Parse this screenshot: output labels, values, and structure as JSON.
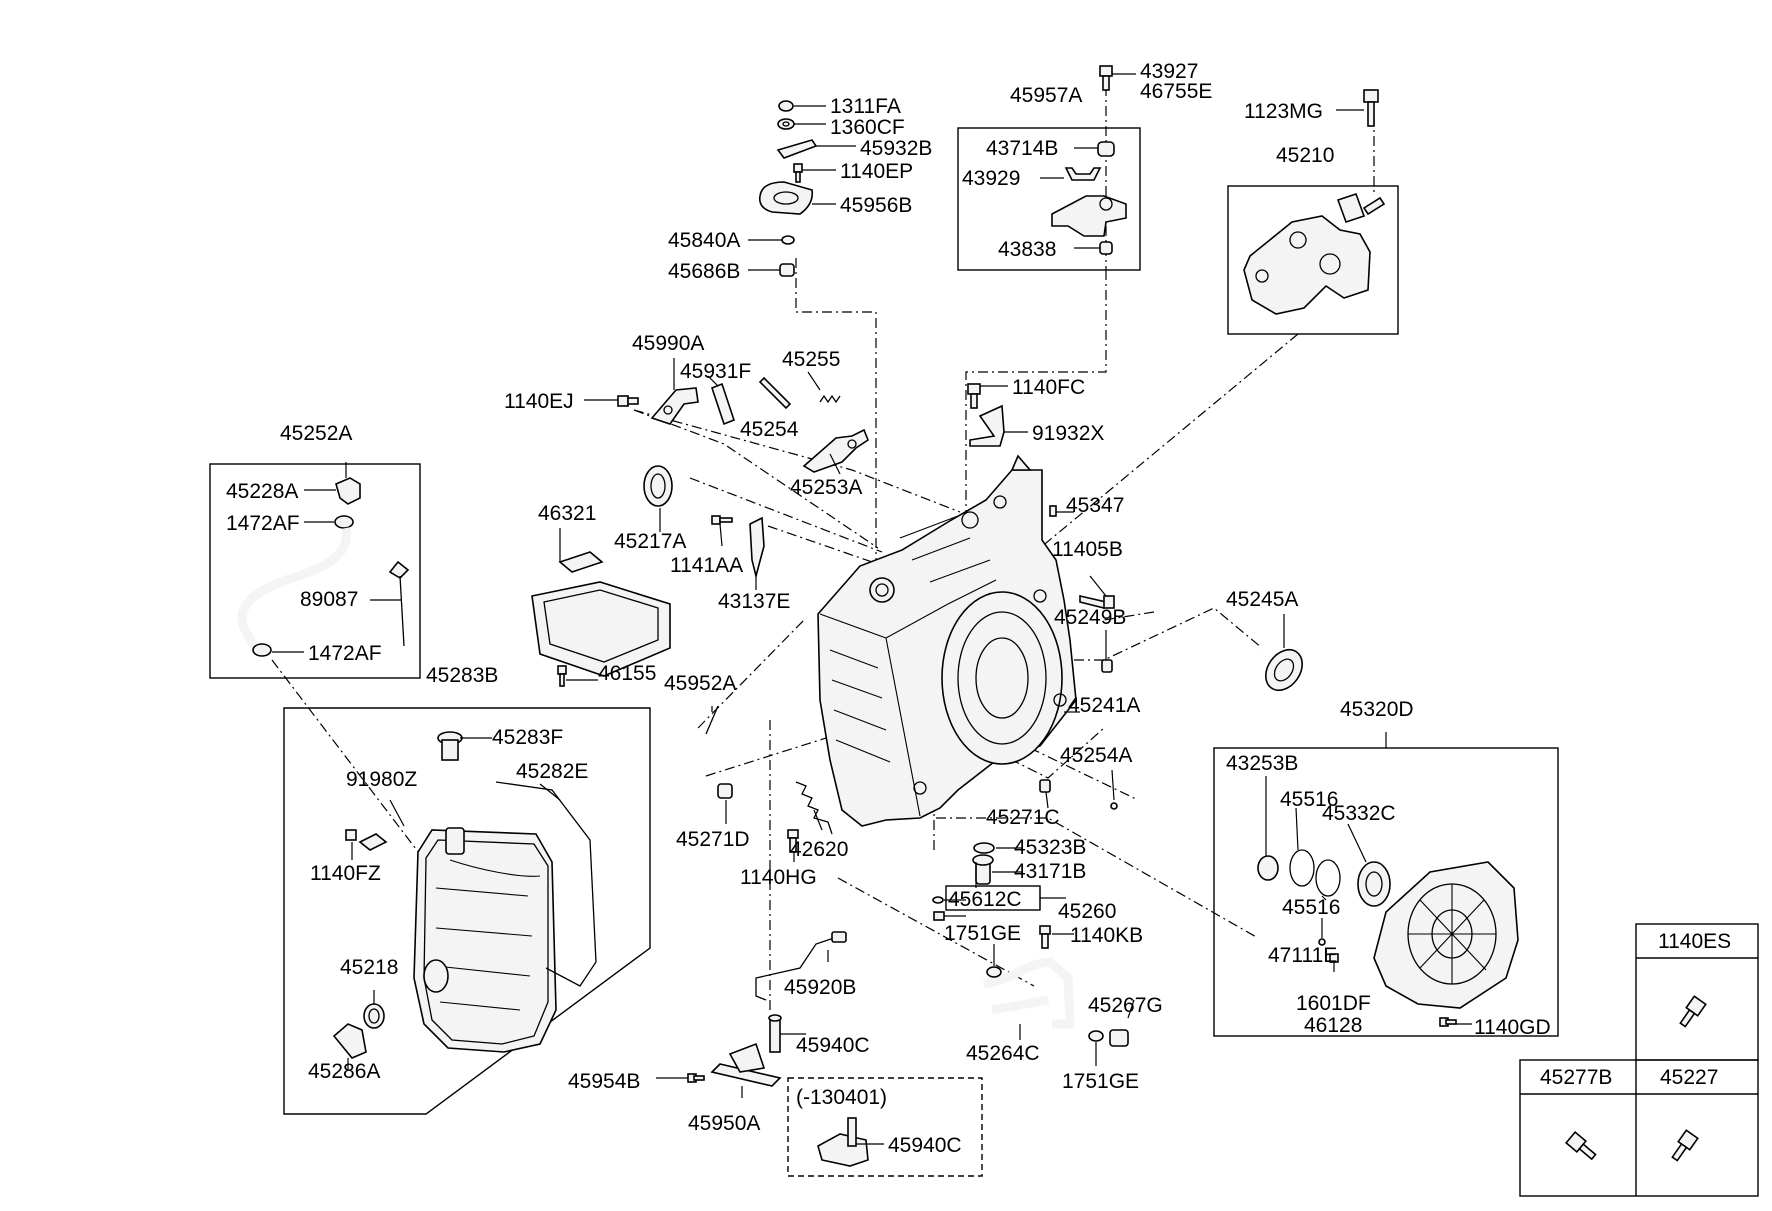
{
  "labels": {
    "p1311FA": "1311FA",
    "p1360CF": "1360CF",
    "p45932B": "45932B",
    "p1140EP": "1140EP",
    "p45956B": "45956B",
    "p45840A": "45840A",
    "p45686B": "45686B",
    "p45957A": "45957A",
    "p43927": "43927",
    "p46755E": "46755E",
    "p43714B": "43714B",
    "p43929": "43929",
    "p43838": "43838",
    "p1123MG": "1123MG",
    "p45210": "45210",
    "p45990A": "45990A",
    "p45931F": "45931F",
    "p45255": "45255",
    "p1140EJ": "1140EJ",
    "p45254": "45254",
    "p1140FC": "1140FC",
    "p91932X": "91932X",
    "p45253A": "45253A",
    "p45252A": "45252A",
    "p45228A": "45228A",
    "p1472AF_top": "1472AF",
    "p89087": "89087",
    "p1472AF_bot": "1472AF",
    "p46321": "46321",
    "p45217A": "45217A",
    "p1141AA": "1141AA",
    "p43137E": "43137E",
    "p45347": "45347",
    "p11405B": "11405B",
    "p45249B": "45249B",
    "p45245A": "45245A",
    "p46155": "46155",
    "p45952A": "45952A",
    "p45241A": "45241A",
    "p45283B": "45283B",
    "p45283F": "45283F",
    "p91980Z": "91980Z",
    "p45282E": "45282E",
    "p1140FZ": "1140FZ",
    "p45218": "45218",
    "p45286A": "45286A",
    "p45271D": "45271D",
    "p42620": "42620",
    "p1140HG": "1140HG",
    "p45254A": "45254A",
    "p45271C": "45271C",
    "p45323B": "45323B",
    "p43171B": "43171B",
    "p45612C": "45612C",
    "p45260": "45260",
    "p1751GE_top": "1751GE",
    "p1140KB": "1140KB",
    "p45920B": "45920B",
    "p45940C_main": "45940C",
    "p45954B": "45954B",
    "p45950A": "45950A",
    "p45264C": "45264C",
    "p1751GE_bot": "1751GE",
    "p45267G": "45267G",
    "p45320D": "45320D",
    "p43253B": "43253B",
    "p45516_top": "45516",
    "p45332C": "45332C",
    "p45516_bot": "45516",
    "p47111E": "47111E",
    "p1601DF": "1601DF",
    "p46128": "46128",
    "p1140GD": "1140GD",
    "variant_note": "(-130401)",
    "p45940C_variant": "45940C",
    "t1140ES": "1140ES",
    "t45277B": "45277B",
    "t45227": "45227"
  },
  "icons": {
    "bolt": "hex-bolt-icon",
    "washer": "washer-icon",
    "o_ring": "o-ring-icon"
  }
}
